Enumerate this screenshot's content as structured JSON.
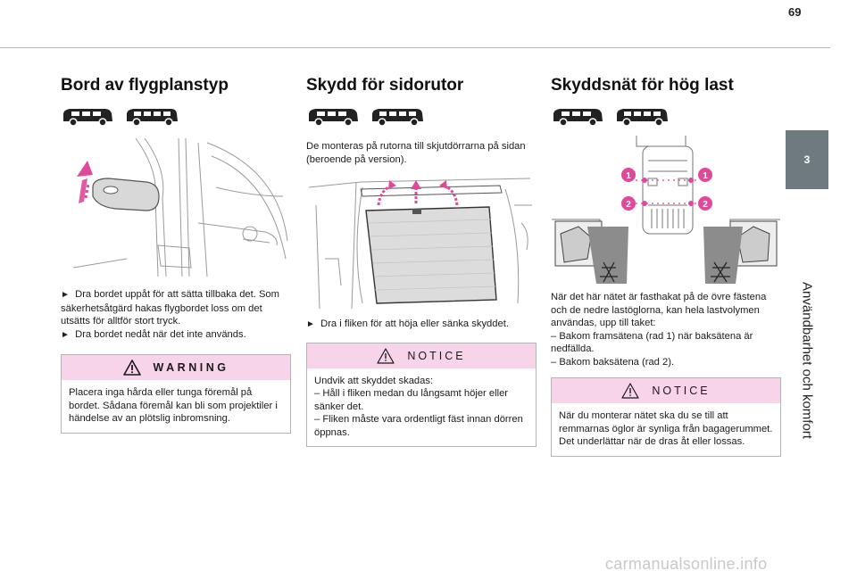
{
  "page": {
    "number": "69"
  },
  "side": {
    "tab": "3",
    "label": "Användbarhet och komfort"
  },
  "colors": {
    "accent_pink": "#f7d4ea",
    "arrow_pink": "#e0489a",
    "side_tab": "#6e7a7d"
  },
  "col1": {
    "title": "Bord av flygplanstyp",
    "van_icons": [
      "van-short-icon",
      "van-long-icon"
    ],
    "bullet1": "Dra bordet uppåt för att sätta tillbaka det. Som säkerhetsåtgärd hakas flygbordet loss om det utsätts för alltför stort tryck.",
    "bullet2": "Dra bordet nedåt när det inte används.",
    "warning": {
      "title": "WARNING",
      "text": "Placera inga hårda eller tunga föremål på bordet. Sådana föremål kan bli som projektiler i händelse av an plötslig inbromsning."
    }
  },
  "col2": {
    "title": "Skydd för sidorutor",
    "van_icons": [
      "van-short-icon",
      "van-long-icon"
    ],
    "intro": "De monteras på rutorna till skjutdörrarna på sidan (beroende på version).",
    "bullet1": "Dra i fliken för att höja eller sänka skyddet.",
    "notice": {
      "title": "NOTICE",
      "line1": "Undvik att skyddet skadas:",
      "line2": "–  Håll i fliken medan du långsamt höjer eller sänker det.",
      "line3": "–  Fliken måste vara ordentligt fäst innan dörren öppnas."
    }
  },
  "col3": {
    "title": "Skyddsnät för hög last",
    "van_icons": [
      "van-short-icon",
      "van-long-icon"
    ],
    "markers": {
      "m1": "1",
      "m2": "2"
    },
    "intro": "När det här nätet är fasthakat på de övre fästena och de nedre lastöglorna, kan hela lastvolymen användas, upp till taket:",
    "item1": "–  Bakom framsätena (rad 1) när baksätena är nedfällda.",
    "item2": "–  Bakom baksätena (rad 2).",
    "notice": {
      "title": "NOTICE",
      "text": "När du monterar nätet ska du se till att remmarnas öglor är synliga från bagagerummet. Det underlättar när de dras åt eller lossas."
    }
  },
  "arrow_glyph": "►",
  "watermark": "carmanualsonline.info"
}
